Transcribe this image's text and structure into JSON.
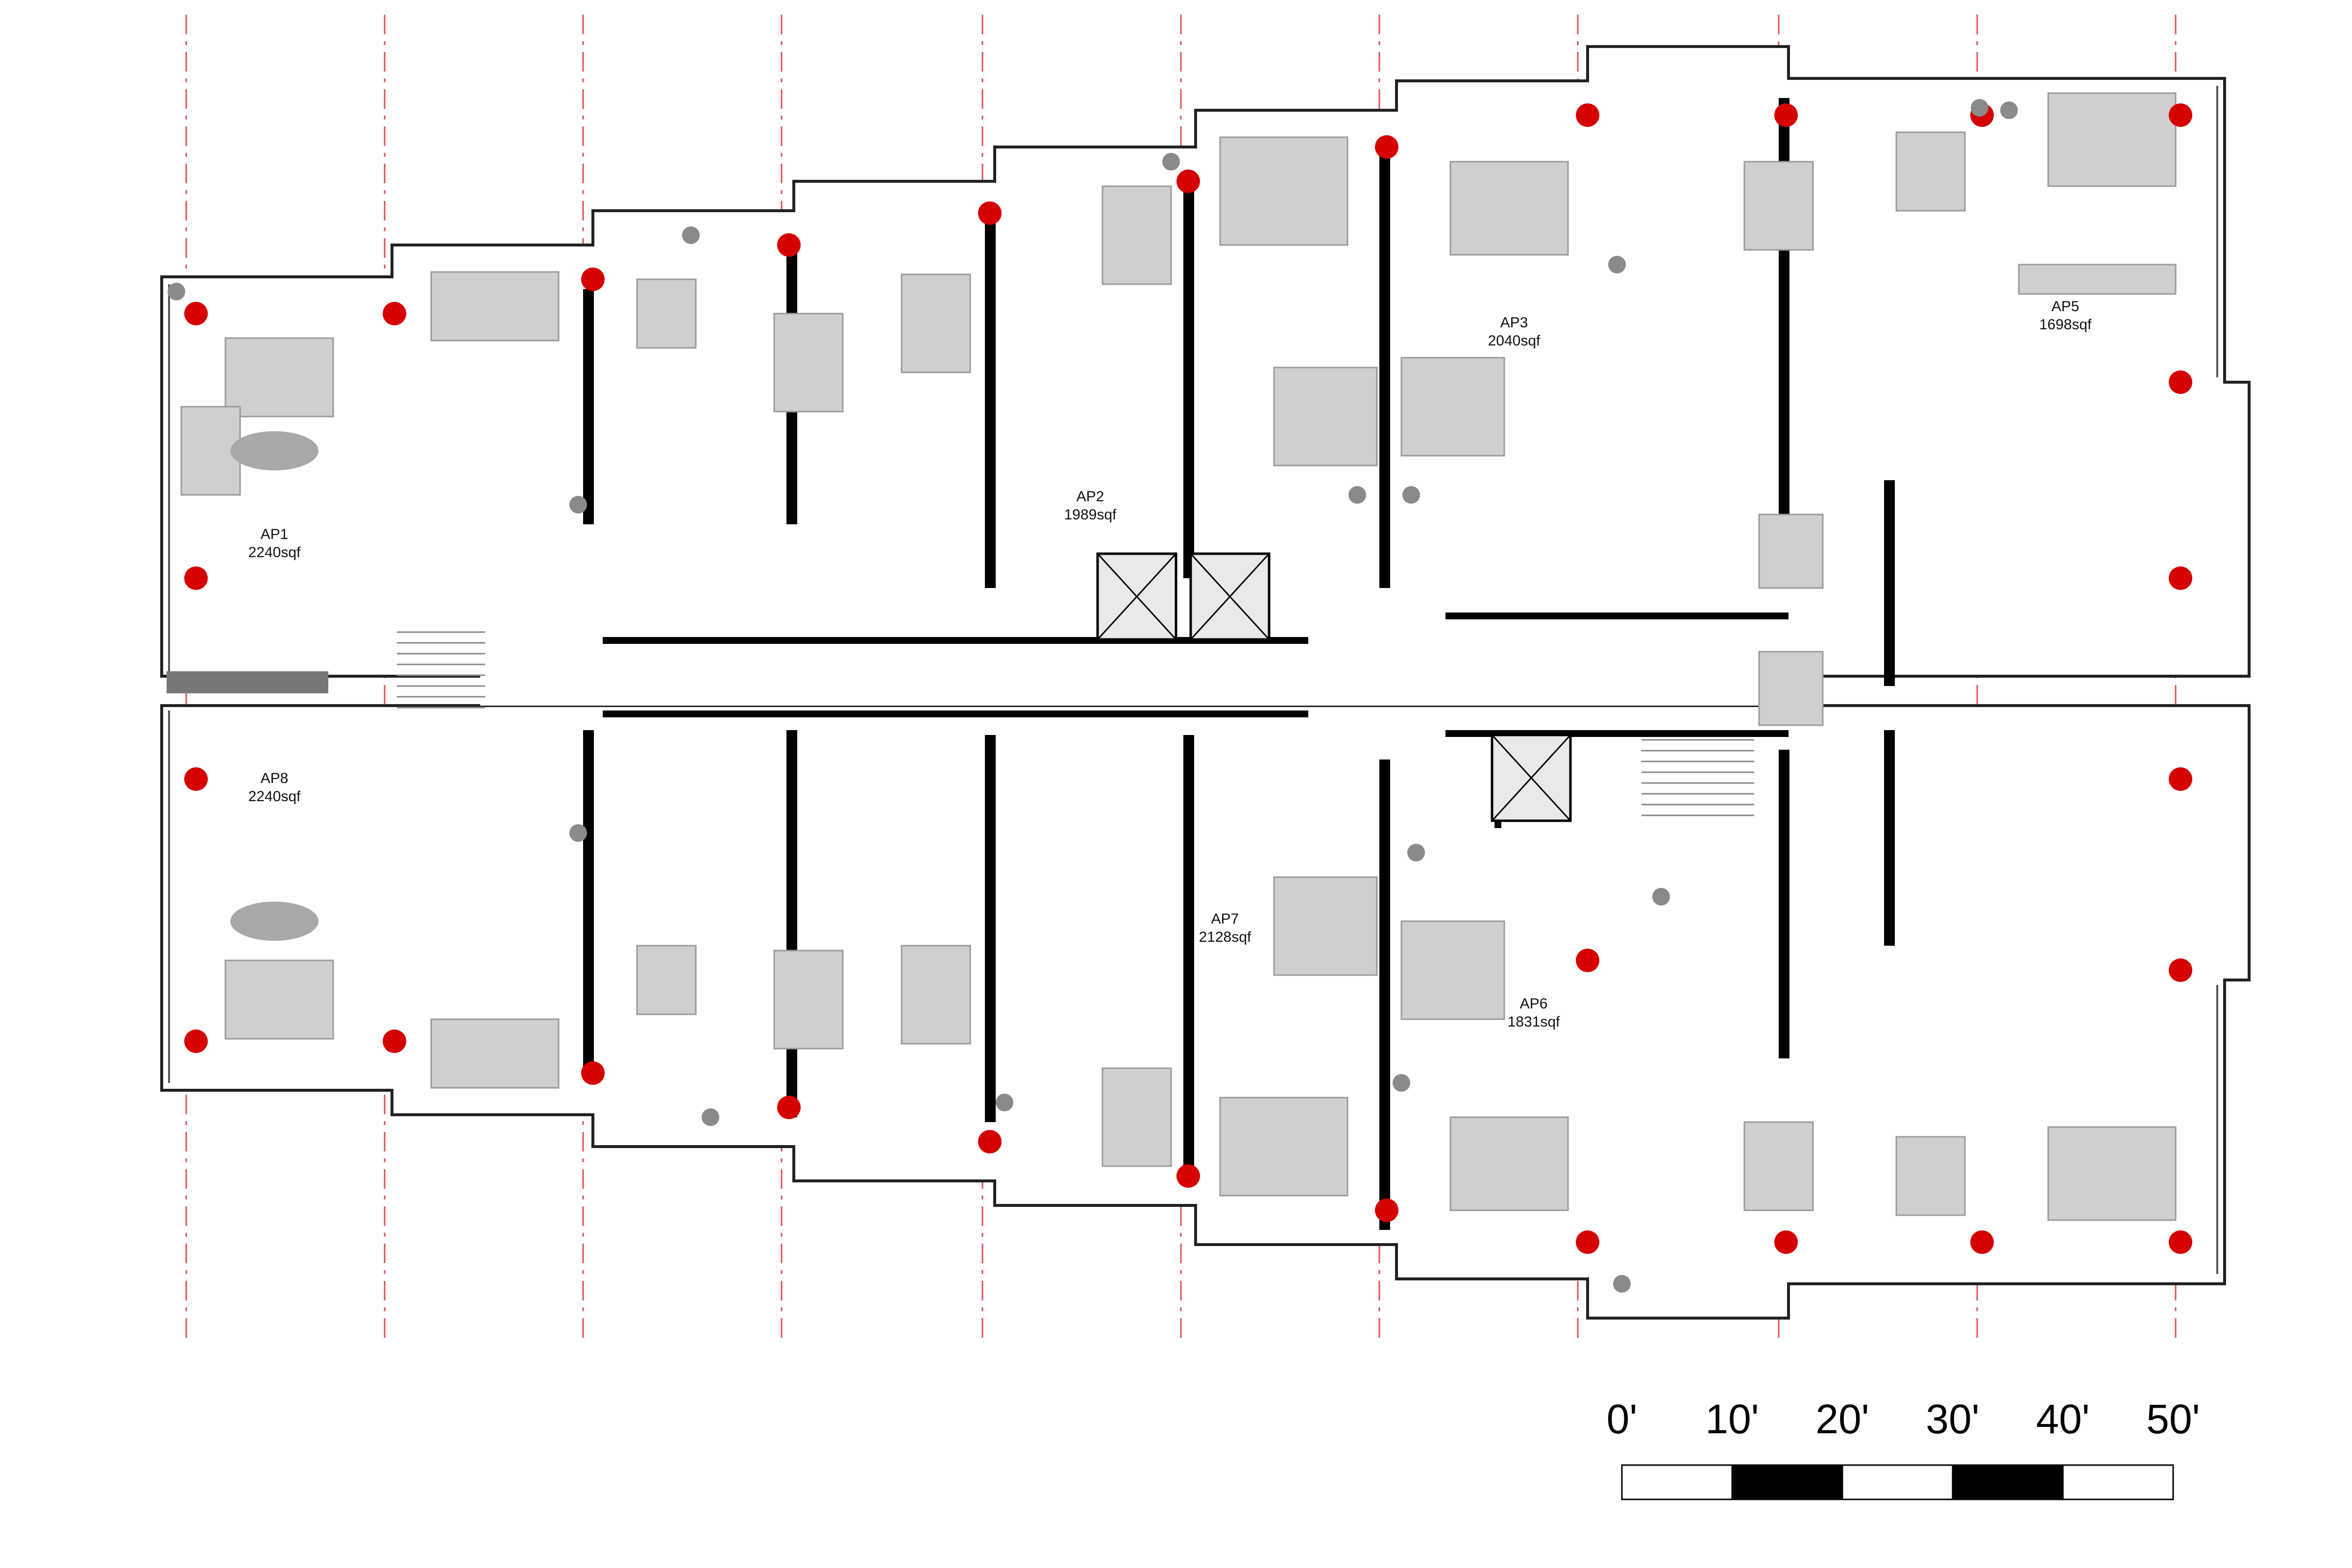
{
  "colors": {
    "wall": "#000000",
    "column": "#d50000",
    "gridline": "#e05050",
    "furniture": "#cfcfcf",
    "furniture_dark": "#a8a8a8",
    "floor": "#ffffff",
    "plant": "#8a8a8a"
  },
  "apartments": [
    {
      "id": "ap1",
      "name": "AP1",
      "area": "2240sqf"
    },
    {
      "id": "ap2",
      "name": "AP2",
      "area": "1989sqf"
    },
    {
      "id": "ap3",
      "name": "AP3",
      "area": "2040sqf"
    },
    {
      "id": "ap5",
      "name": "AP5",
      "area": "1698sqf"
    },
    {
      "id": "ap6",
      "name": "AP6",
      "area": "1831sqf"
    },
    {
      "id": "ap7",
      "name": "AP7",
      "area": "2128sqf"
    },
    {
      "id": "ap8",
      "name": "AP8",
      "area": "2240sqf"
    }
  ],
  "scale_bar": {
    "labels": [
      "0'",
      "10'",
      "20'",
      "30'",
      "40'",
      "50'"
    ],
    "pattern": [
      "white",
      "white",
      "black",
      "white",
      "black",
      "white"
    ]
  },
  "icons": [
    "elevator-icon",
    "stair-icon",
    "bathtub-icon",
    "dining-table-icon",
    "sofa-icon",
    "bed-icon",
    "plant-icon",
    "armchair-icon"
  ]
}
